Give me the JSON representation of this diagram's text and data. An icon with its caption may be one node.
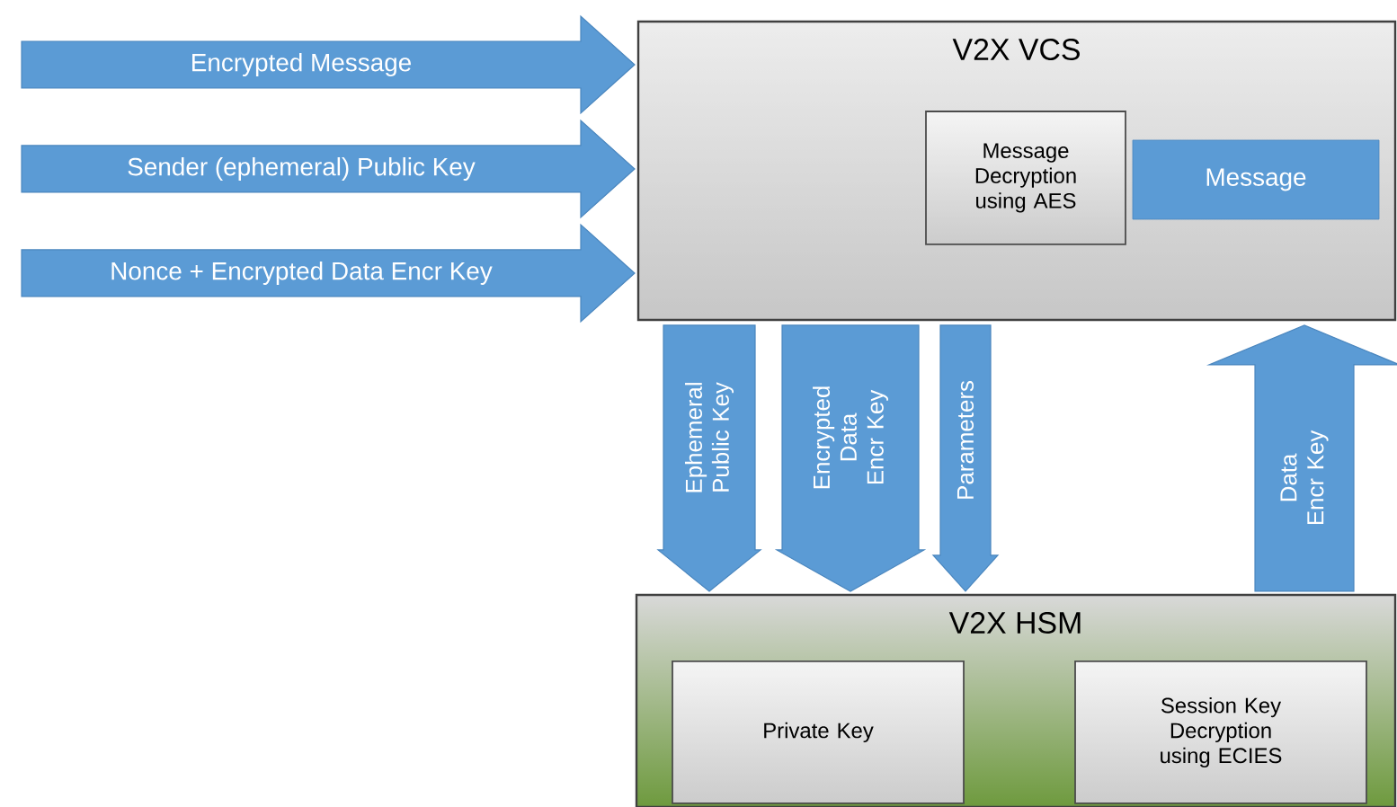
{
  "diagram": {
    "nodes": [
      {
        "text": [
          "V2X VCS"
        ]
      },
      {
        "text": [
          "Message Decryption using AES"
        ],
        "in": 0
      },
      {
        "text": [
          "Message"
        ],
        "in": 0
      },
      {
        "text": [
          "V2X HSM"
        ]
      },
      {
        "text": [
          "Private Key"
        ],
        "in": 3
      },
      {
        "text": [
          "Session Key Decryption using ECIES"
        ],
        "in": 3
      }
    ],
    "edges": [
      {
        "from": null,
        "to": 0,
        "arrow": "to",
        "label": "Encrypted Message"
      },
      {
        "from": null,
        "to": 0,
        "arrow": "to",
        "label": "Sender (ephemeral) Public Key"
      },
      {
        "from": null,
        "to": 0,
        "arrow": "to",
        "label": "Nonce + Encrypted Data Encr Key"
      },
      {
        "from": 0,
        "to": 3,
        "arrow": "to",
        "label": "Ephemeral Public Key"
      },
      {
        "from": 0,
        "to": 3,
        "arrow": "to",
        "label": "Encrypted Data Encr Key"
      },
      {
        "from": 0,
        "to": 3,
        "arrow": "to",
        "label": "Parameters"
      },
      {
        "from": 3,
        "to": 0,
        "arrow": "to",
        "label": "Data Encr Key"
      }
    ]
  }
}
